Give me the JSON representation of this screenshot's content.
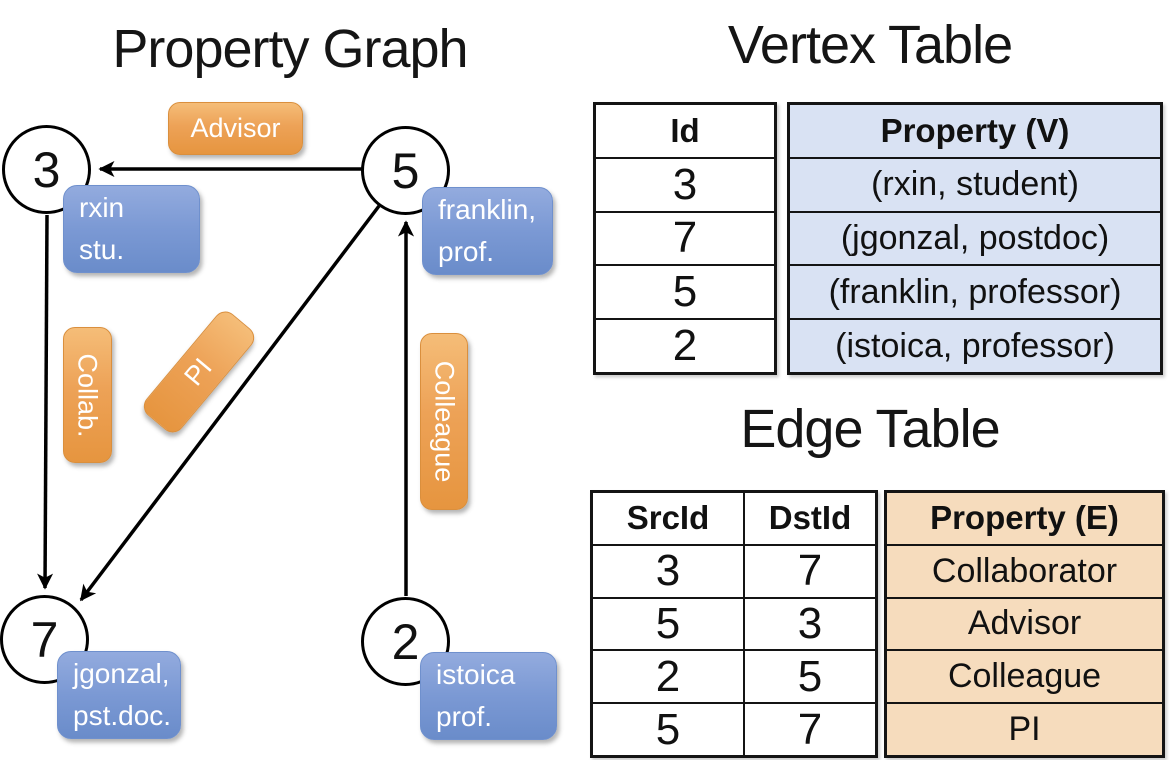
{
  "graph": {
    "title": "Property Graph",
    "nodes": {
      "n3": {
        "id": "3",
        "prop_line1": "rxin",
        "prop_line2": "stu."
      },
      "n5": {
        "id": "5",
        "prop_line1": "franklin,",
        "prop_line2": "prof."
      },
      "n7": {
        "id": "7",
        "prop_line1": "jgonzal,",
        "prop_line2": "pst.doc."
      },
      "n2": {
        "id": "2",
        "prop_line1": "istoica",
        "prop_line2": "prof."
      }
    },
    "edge_labels": {
      "advisor": "Advisor",
      "collab": "Collab.",
      "pi": "PI",
      "colleague": "Colleague"
    }
  },
  "vertex_table": {
    "title": "Vertex Table",
    "columns": {
      "id": "Id",
      "property": "Property (V)"
    },
    "rows": [
      {
        "id": "3",
        "property": "(rxin, student)"
      },
      {
        "id": "7",
        "property": "(jgonzal, postdoc)"
      },
      {
        "id": "5",
        "property": "(franklin, professor)"
      },
      {
        "id": "2",
        "property": "(istoica, professor)"
      }
    ]
  },
  "edge_table": {
    "title": "Edge Table",
    "columns": {
      "src": "SrcId",
      "dst": "DstId",
      "property": "Property (E)"
    },
    "rows": [
      {
        "src": "3",
        "dst": "7",
        "property": "Collaborator"
      },
      {
        "src": "5",
        "dst": "3",
        "property": "Advisor"
      },
      {
        "src": "2",
        "dst": "5",
        "property": "Colleague"
      },
      {
        "src": "5",
        "dst": "7",
        "property": "PI"
      }
    ]
  },
  "colors": {
    "edge_pill_orange": "#eda257",
    "vertex_pill_blue": "#7b99d4",
    "vertex_property_fill": "#d9e2f3",
    "edge_property_fill": "#f6dcbd",
    "line_black": "#000000"
  }
}
